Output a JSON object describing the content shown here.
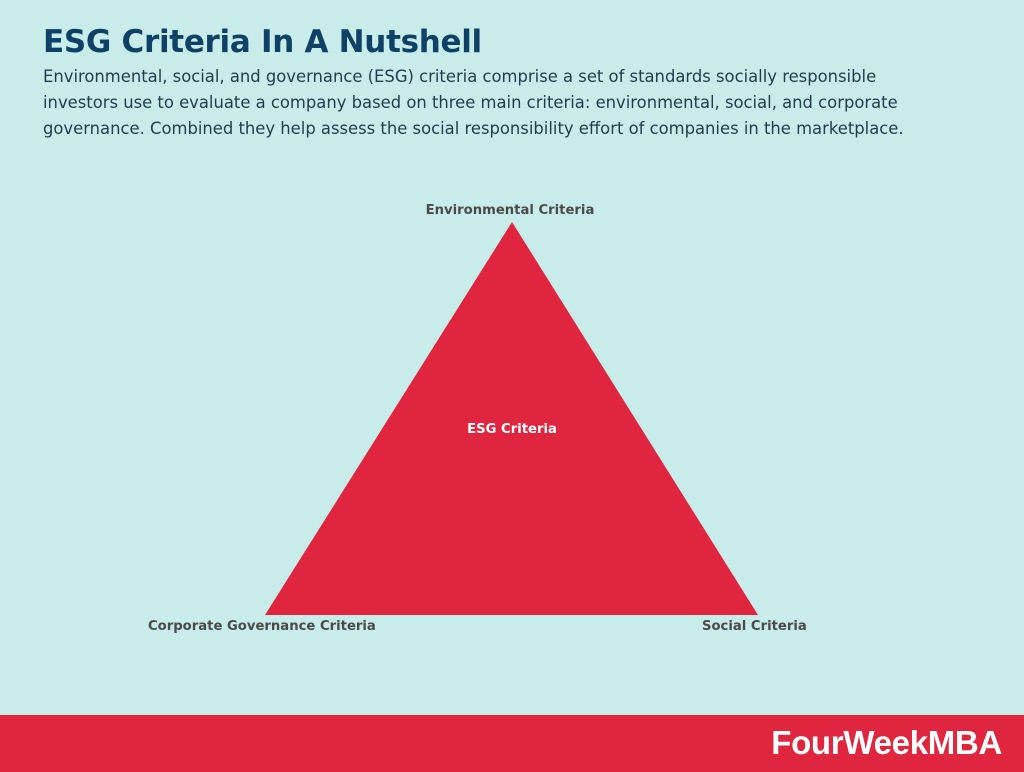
{
  "header": {
    "title": "ESG Criteria In A Nutshell",
    "description": "Environmental, social, and governance (ESG) criteria comprise a set of standards socially responsible investors use to evaluate a company based on three main criteria: environmental, social, and corporate governance. Combined they help assess the social responsibility effort of companies in the marketplace."
  },
  "diagram": {
    "shape": "triangle",
    "fill_color": "#e0263f",
    "center_label": "ESG Criteria",
    "vertices": {
      "top": "Environmental Criteria",
      "bottom_left": "Corporate Governance Criteria",
      "bottom_right": "Social Criteria"
    }
  },
  "colors": {
    "background": "#c8ece9",
    "title": "#0f4166",
    "accent": "#e0263f",
    "label": "#4a4a4a"
  },
  "footer": {
    "brand": "FourWeekMBA"
  }
}
